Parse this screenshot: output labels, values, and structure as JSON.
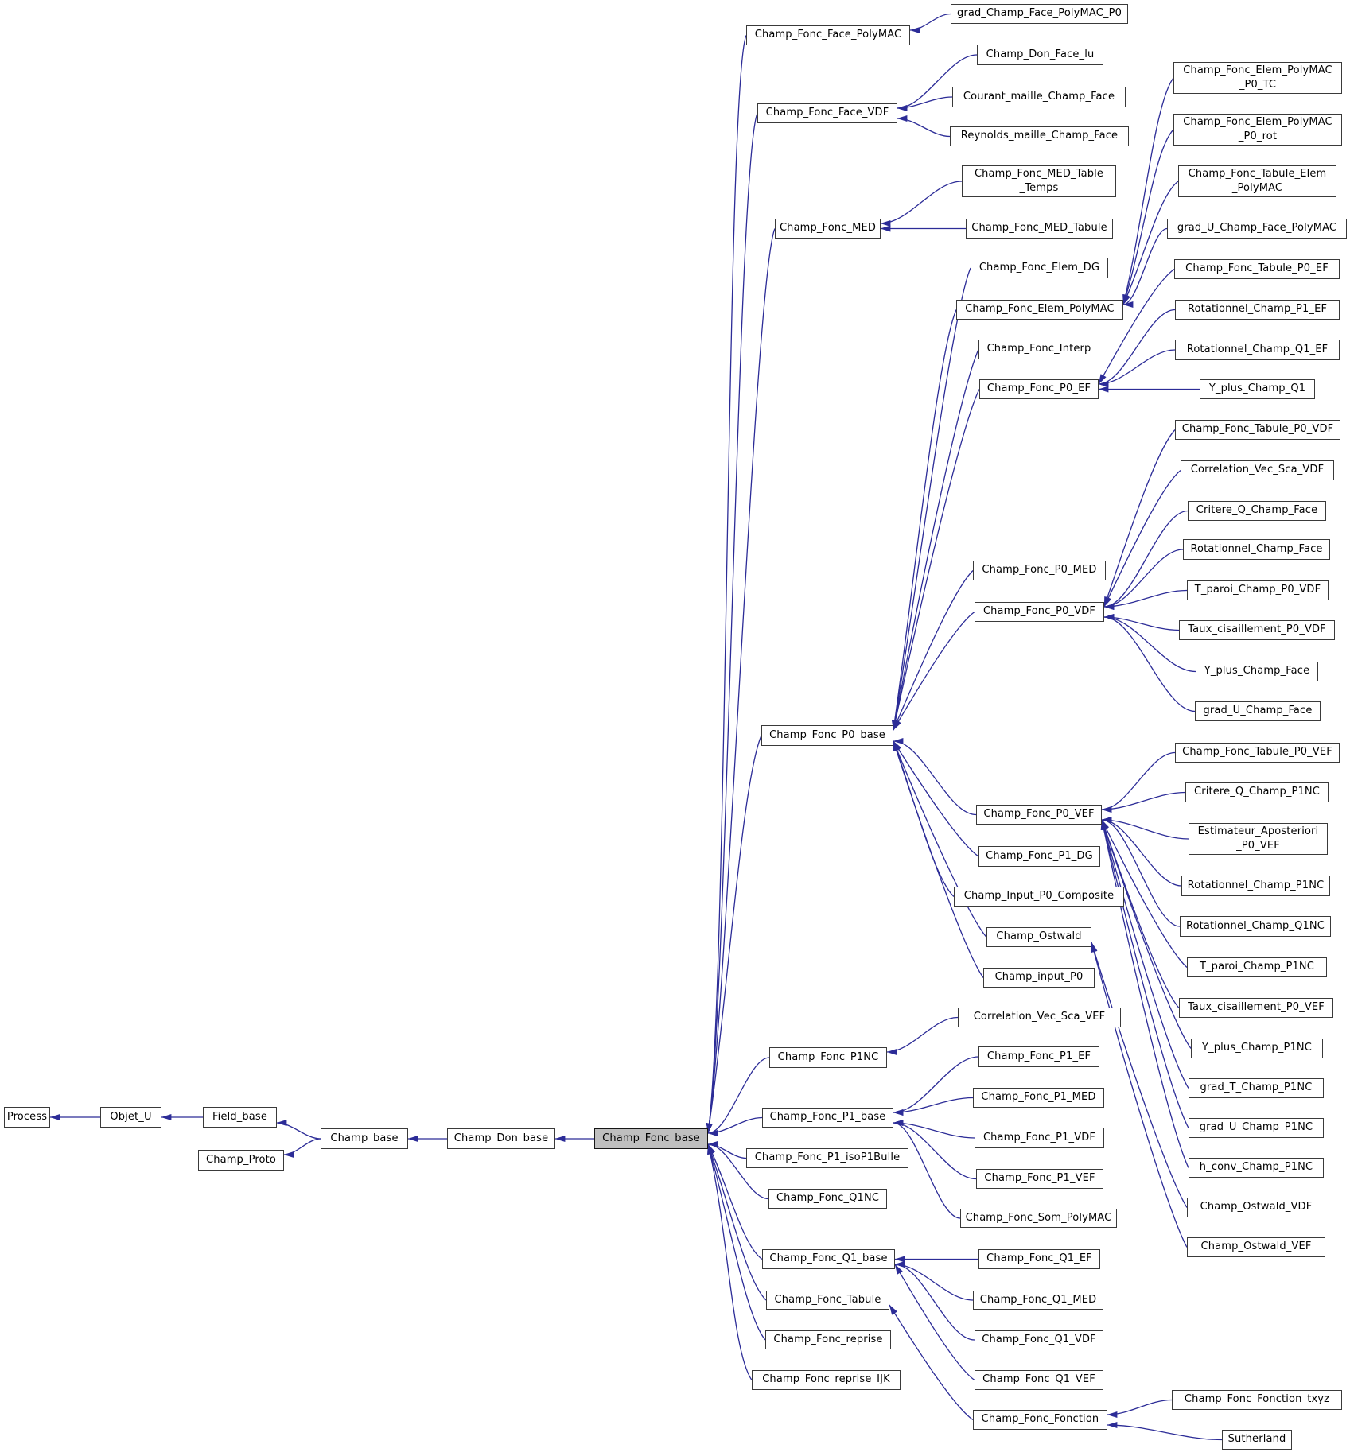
{
  "colors": {
    "edge": "#2c2c97",
    "node_border": "#3a3a3a",
    "node_fill": "#ffffff",
    "highlight_fill": "#bfbfbf",
    "text": "#000000"
  },
  "highlighted_class": "Champ_Fonc_base",
  "nodes": [
    {
      "id": "process",
      "label": "Process"
    },
    {
      "id": "objet_u",
      "label": "Objet_U"
    },
    {
      "id": "field_base",
      "label": "Field_base"
    },
    {
      "id": "champ_proto",
      "label": "Champ_Proto"
    },
    {
      "id": "champ_base",
      "label": "Champ_base"
    },
    {
      "id": "champ_don_base",
      "label": "Champ_Don_base"
    },
    {
      "id": "champ_fonc_base",
      "label": "Champ_Fonc_base",
      "highlighted": true
    },
    {
      "id": "face_polymac",
      "label": "Champ_Fonc_Face_PolyMAC"
    },
    {
      "id": "face_vdf",
      "label": "Champ_Fonc_Face_VDF"
    },
    {
      "id": "med",
      "label": "Champ_Fonc_MED"
    },
    {
      "id": "p0_base",
      "label": "Champ_Fonc_P0_base"
    },
    {
      "id": "p1nc",
      "label": "Champ_Fonc_P1NC"
    },
    {
      "id": "p1_base",
      "label": "Champ_Fonc_P1_base"
    },
    {
      "id": "p1_isop1bulle",
      "label": "Champ_Fonc_P1_isoP1Bulle"
    },
    {
      "id": "q1nc",
      "label": "Champ_Fonc_Q1NC"
    },
    {
      "id": "q1_base",
      "label": "Champ_Fonc_Q1_base"
    },
    {
      "id": "tabule",
      "label": "Champ_Fonc_Tabule"
    },
    {
      "id": "reprise",
      "label": "Champ_Fonc_reprise"
    },
    {
      "id": "reprise_ijk",
      "label": "Champ_Fonc_reprise_IJK"
    },
    {
      "id": "grad_face_polymac_p0",
      "label": "grad_Champ_Face_PolyMAC_P0"
    },
    {
      "id": "don_face_lu",
      "label": "Champ_Don_Face_lu"
    },
    {
      "id": "courant",
      "label": "Courant_maille_Champ_Face"
    },
    {
      "id": "reynolds",
      "label": "Reynolds_maille_Champ_Face"
    },
    {
      "id": "med_table_temps",
      "label": "Champ_Fonc_MED_Table\n_Temps"
    },
    {
      "id": "med_tabule",
      "label": "Champ_Fonc_MED_Tabule"
    },
    {
      "id": "elem_dg",
      "label": "Champ_Fonc_Elem_DG"
    },
    {
      "id": "elem_polymac",
      "label": "Champ_Fonc_Elem_PolyMAC"
    },
    {
      "id": "interp",
      "label": "Champ_Fonc_Interp"
    },
    {
      "id": "p0_ef",
      "label": "Champ_Fonc_P0_EF"
    },
    {
      "id": "p0_med",
      "label": "Champ_Fonc_P0_MED"
    },
    {
      "id": "p0_vdf",
      "label": "Champ_Fonc_P0_VDF"
    },
    {
      "id": "p0_vef",
      "label": "Champ_Fonc_P0_VEF"
    },
    {
      "id": "p1_dg",
      "label": "Champ_Fonc_P1_DG"
    },
    {
      "id": "input_p0_composite",
      "label": "Champ_Input_P0_Composite"
    },
    {
      "id": "ostwald",
      "label": "Champ_Ostwald"
    },
    {
      "id": "input_p0",
      "label": "Champ_input_P0"
    },
    {
      "id": "corr_vef",
      "label": "Correlation_Vec_Sca_VEF"
    },
    {
      "id": "p1_ef",
      "label": "Champ_Fonc_P1_EF"
    },
    {
      "id": "p1_med",
      "label": "Champ_Fonc_P1_MED"
    },
    {
      "id": "p1_vdf",
      "label": "Champ_Fonc_P1_VDF"
    },
    {
      "id": "p1_vef",
      "label": "Champ_Fonc_P1_VEF"
    },
    {
      "id": "som_polymac",
      "label": "Champ_Fonc_Som_PolyMAC"
    },
    {
      "id": "q1_ef",
      "label": "Champ_Fonc_Q1_EF"
    },
    {
      "id": "q1_med",
      "label": "Champ_Fonc_Q1_MED"
    },
    {
      "id": "q1_vdf",
      "label": "Champ_Fonc_Q1_VDF"
    },
    {
      "id": "q1_vef",
      "label": "Champ_Fonc_Q1_VEF"
    },
    {
      "id": "fonction",
      "label": "Champ_Fonc_Fonction"
    },
    {
      "id": "pm_p0_tc",
      "label": "Champ_Fonc_Elem_PolyMAC\n_P0_TC"
    },
    {
      "id": "pm_p0_rot",
      "label": "Champ_Fonc_Elem_PolyMAC\n_P0_rot"
    },
    {
      "id": "tabule_elem_pm",
      "label": "Champ_Fonc_Tabule_Elem\n_PolyMAC"
    },
    {
      "id": "grad_u_face_pm",
      "label": "grad_U_Champ_Face_PolyMAC"
    },
    {
      "id": "tabule_p0_ef",
      "label": "Champ_Fonc_Tabule_P0_EF"
    },
    {
      "id": "rot_p1_ef",
      "label": "Rotationnel_Champ_P1_EF"
    },
    {
      "id": "rot_q1_ef",
      "label": "Rotationnel_Champ_Q1_EF"
    },
    {
      "id": "yplus_q1",
      "label": "Y_plus_Champ_Q1"
    },
    {
      "id": "tabule_p0_vdf",
      "label": "Champ_Fonc_Tabule_P0_VDF"
    },
    {
      "id": "corr_vdf",
      "label": "Correlation_Vec_Sca_VDF"
    },
    {
      "id": "critere_face",
      "label": "Critere_Q_Champ_Face"
    },
    {
      "id": "rot_face",
      "label": "Rotationnel_Champ_Face"
    },
    {
      "id": "tparoi_p0_vdf",
      "label": "T_paroi_Champ_P0_VDF"
    },
    {
      "id": "taux_p0_vdf",
      "label": "Taux_cisaillement_P0_VDF"
    },
    {
      "id": "yplus_face",
      "label": "Y_plus_Champ_Face"
    },
    {
      "id": "grad_u_face",
      "label": "grad_U_Champ_Face"
    },
    {
      "id": "tabule_p0_vef",
      "label": "Champ_Fonc_Tabule_P0_VEF"
    },
    {
      "id": "critere_p1nc",
      "label": "Critere_Q_Champ_P1NC"
    },
    {
      "id": "estimateur",
      "label": "Estimateur_Aposteriori\n_P0_VEF"
    },
    {
      "id": "rot_p1nc",
      "label": "Rotationnel_Champ_P1NC"
    },
    {
      "id": "rot_q1nc",
      "label": "Rotationnel_Champ_Q1NC"
    },
    {
      "id": "tparoi_p1nc",
      "label": "T_paroi_Champ_P1NC"
    },
    {
      "id": "taux_p0_vef",
      "label": "Taux_cisaillement_P0_VEF"
    },
    {
      "id": "yplus_p1nc",
      "label": "Y_plus_Champ_P1NC"
    },
    {
      "id": "grad_t_p1nc",
      "label": "grad_T_Champ_P1NC"
    },
    {
      "id": "grad_u_p1nc",
      "label": "grad_U_Champ_P1NC"
    },
    {
      "id": "h_conv_p1nc",
      "label": "h_conv_Champ_P1NC"
    },
    {
      "id": "ostwald_vdf",
      "label": "Champ_Ostwald_VDF"
    },
    {
      "id": "ostwald_vef",
      "label": "Champ_Ostwald_VEF"
    },
    {
      "id": "fonction_txyz",
      "label": "Champ_Fonc_Fonction_txyz"
    },
    {
      "id": "sutherland",
      "label": "Sutherland"
    }
  ],
  "edges": [
    {
      "from": "objet_u",
      "to": "process"
    },
    {
      "from": "field_base",
      "to": "objet_u"
    },
    {
      "from": "champ_base",
      "to": "field_base"
    },
    {
      "from": "champ_base",
      "to": "champ_proto"
    },
    {
      "from": "champ_don_base",
      "to": "champ_base"
    },
    {
      "from": "champ_fonc_base",
      "to": "champ_don_base"
    },
    {
      "from": "face_polymac",
      "to": "champ_fonc_base"
    },
    {
      "from": "face_vdf",
      "to": "champ_fonc_base"
    },
    {
      "from": "med",
      "to": "champ_fonc_base"
    },
    {
      "from": "p0_base",
      "to": "champ_fonc_base"
    },
    {
      "from": "p1nc",
      "to": "champ_fonc_base"
    },
    {
      "from": "p1_base",
      "to": "champ_fonc_base"
    },
    {
      "from": "p1_isop1bulle",
      "to": "champ_fonc_base"
    },
    {
      "from": "q1nc",
      "to": "champ_fonc_base"
    },
    {
      "from": "q1_base",
      "to": "champ_fonc_base"
    },
    {
      "from": "tabule",
      "to": "champ_fonc_base"
    },
    {
      "from": "reprise",
      "to": "champ_fonc_base"
    },
    {
      "from": "reprise_ijk",
      "to": "champ_fonc_base"
    },
    {
      "from": "grad_face_polymac_p0",
      "to": "face_polymac"
    },
    {
      "from": "don_face_lu",
      "to": "face_vdf"
    },
    {
      "from": "courant",
      "to": "face_vdf"
    },
    {
      "from": "reynolds",
      "to": "face_vdf"
    },
    {
      "from": "med_table_temps",
      "to": "med"
    },
    {
      "from": "med_tabule",
      "to": "med"
    },
    {
      "from": "elem_dg",
      "to": "p0_base"
    },
    {
      "from": "elem_polymac",
      "to": "p0_base"
    },
    {
      "from": "interp",
      "to": "p0_base"
    },
    {
      "from": "p0_ef",
      "to": "p0_base"
    },
    {
      "from": "p0_med",
      "to": "p0_base"
    },
    {
      "from": "p0_vdf",
      "to": "p0_base"
    },
    {
      "from": "p0_vef",
      "to": "p0_base"
    },
    {
      "from": "p1_dg",
      "to": "p0_base"
    },
    {
      "from": "input_p0_composite",
      "to": "p0_base"
    },
    {
      "from": "ostwald",
      "to": "p0_base"
    },
    {
      "from": "input_p0",
      "to": "p0_base"
    },
    {
      "from": "pm_p0_tc",
      "to": "elem_polymac"
    },
    {
      "from": "pm_p0_rot",
      "to": "elem_polymac"
    },
    {
      "from": "tabule_elem_pm",
      "to": "elem_polymac"
    },
    {
      "from": "grad_u_face_pm",
      "to": "elem_polymac"
    },
    {
      "from": "tabule_p0_ef",
      "to": "p0_ef"
    },
    {
      "from": "rot_p1_ef",
      "to": "p0_ef"
    },
    {
      "from": "rot_q1_ef",
      "to": "p0_ef"
    },
    {
      "from": "yplus_q1",
      "to": "p0_ef"
    },
    {
      "from": "tabule_p0_vdf",
      "to": "p0_vdf"
    },
    {
      "from": "corr_vdf",
      "to": "p0_vdf"
    },
    {
      "from": "critere_face",
      "to": "p0_vdf"
    },
    {
      "from": "rot_face",
      "to": "p0_vdf"
    },
    {
      "from": "tparoi_p0_vdf",
      "to": "p0_vdf"
    },
    {
      "from": "taux_p0_vdf",
      "to": "p0_vdf"
    },
    {
      "from": "yplus_face",
      "to": "p0_vdf"
    },
    {
      "from": "grad_u_face",
      "to": "p0_vdf"
    },
    {
      "from": "tabule_p0_vef",
      "to": "p0_vef"
    },
    {
      "from": "critere_p1nc",
      "to": "p0_vef"
    },
    {
      "from": "estimateur",
      "to": "p0_vef"
    },
    {
      "from": "rot_p1nc",
      "to": "p0_vef"
    },
    {
      "from": "rot_q1nc",
      "to": "p0_vef"
    },
    {
      "from": "tparoi_p1nc",
      "to": "p0_vef"
    },
    {
      "from": "taux_p0_vef",
      "to": "p0_vef"
    },
    {
      "from": "yplus_p1nc",
      "to": "p0_vef"
    },
    {
      "from": "grad_t_p1nc",
      "to": "p0_vef"
    },
    {
      "from": "grad_u_p1nc",
      "to": "p0_vef"
    },
    {
      "from": "h_conv_p1nc",
      "to": "p0_vef"
    },
    {
      "from": "ostwald_vdf",
      "to": "ostwald"
    },
    {
      "from": "ostwald_vef",
      "to": "ostwald"
    },
    {
      "from": "corr_vef",
      "to": "p1nc"
    },
    {
      "from": "p1_ef",
      "to": "p1_base"
    },
    {
      "from": "p1_med",
      "to": "p1_base"
    },
    {
      "from": "p1_vdf",
      "to": "p1_base"
    },
    {
      "from": "p1_vef",
      "to": "p1_base"
    },
    {
      "from": "som_polymac",
      "to": "p1_base"
    },
    {
      "from": "q1_ef",
      "to": "q1_base"
    },
    {
      "from": "q1_med",
      "to": "q1_base"
    },
    {
      "from": "q1_vdf",
      "to": "q1_base"
    },
    {
      "from": "q1_vef",
      "to": "q1_base"
    },
    {
      "from": "fonction",
      "to": "tabule"
    },
    {
      "from": "fonction_txyz",
      "to": "fonction"
    },
    {
      "from": "sutherland",
      "to": "fonction"
    }
  ]
}
